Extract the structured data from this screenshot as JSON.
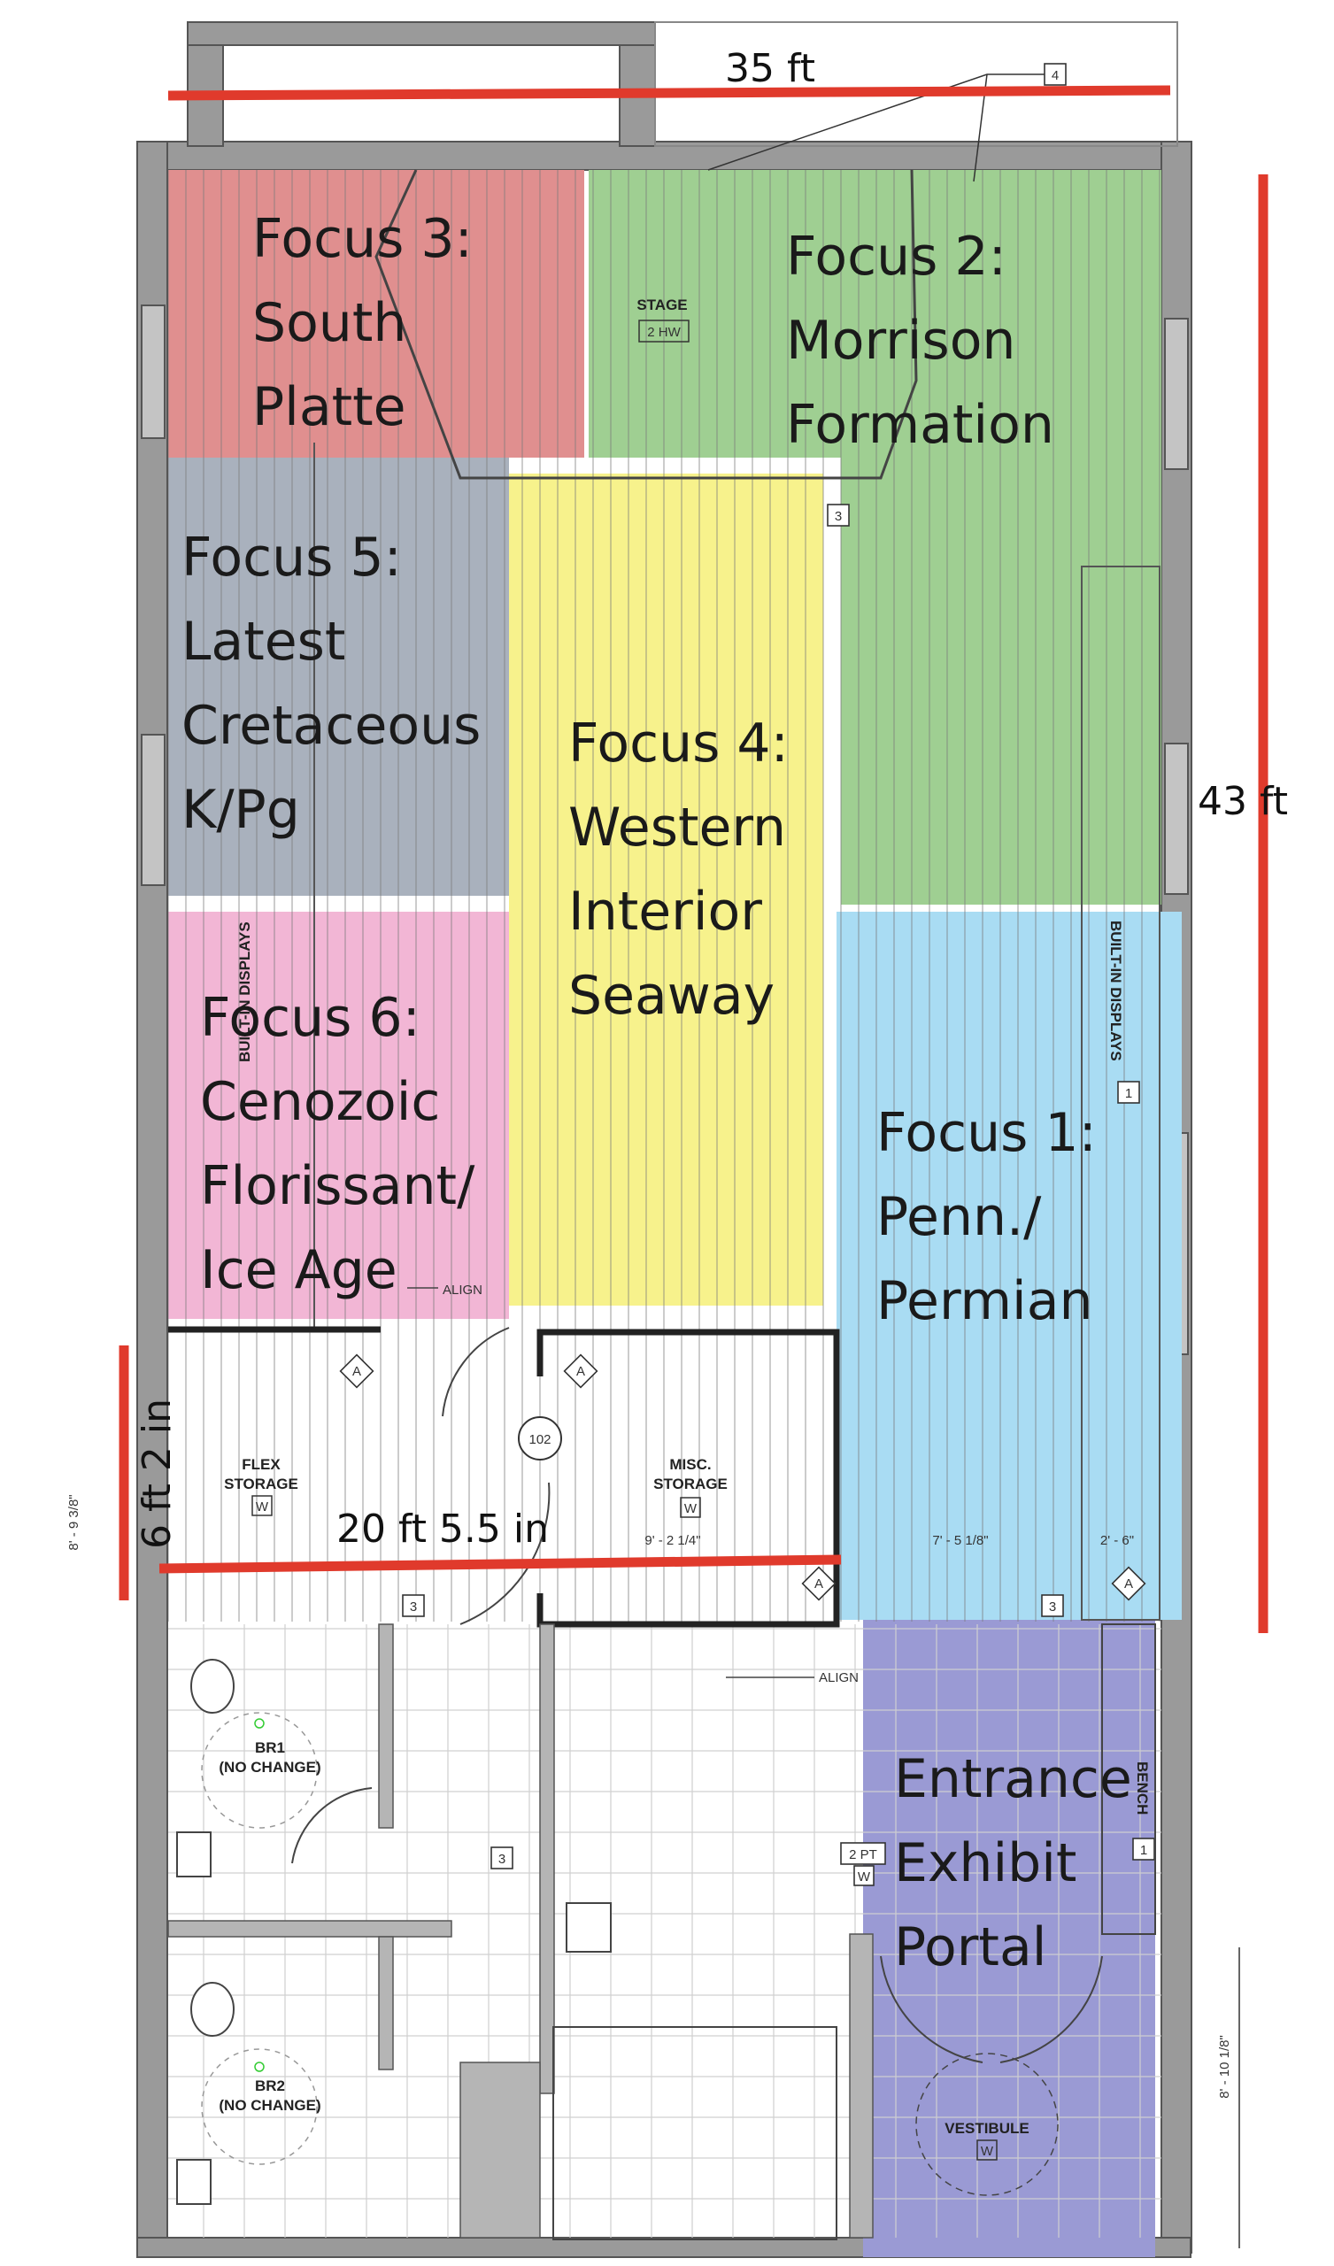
{
  "colors": {
    "focus1": "#a9dcf3",
    "focus2": "#9fcf92",
    "focus3": "#e08f8f",
    "focus4": "#f7f28c",
    "focus5": "#a9b1bd",
    "focus6": "#f2b6d5",
    "entrance": "#9a9ad4",
    "dimension_line": "#e03a2c",
    "wall": "#9a9a9a"
  },
  "zones": {
    "focus1": {
      "line1": "Focus 1:",
      "line2": "Penn./",
      "line3": "Permian"
    },
    "focus2": {
      "line1": "Focus 2:",
      "line2": "Morrison",
      "line3": "Formation"
    },
    "focus3": {
      "line1": "Focus 3:",
      "line2": "South",
      "line3": "Platte"
    },
    "focus4": {
      "line1": "Focus 4:",
      "line2": "Western",
      "line3": "Interior",
      "line4": "Seaway"
    },
    "focus5": {
      "line1": "Focus 5:",
      "line2": "Latest",
      "line3": "Cretaceous",
      "line4": "K/Pg"
    },
    "focus6": {
      "line1": "Focus 6:",
      "line2": "Cenozoic",
      "line3": "Florissant/",
      "line4": "Ice Age"
    },
    "entrance": {
      "line1": "Entrance",
      "line2": "Exhibit",
      "line3": "Portal"
    }
  },
  "dimensions": {
    "width_top": "35 ft",
    "height_right": "43 ft",
    "storage_width": "20 ft 5.5 in",
    "storage_depth": "6 ft 2 in"
  },
  "plan_labels": {
    "stage": "STAGE",
    "stage_tag": "2 HW",
    "built_in_left": "BUILT-IN DISPLAYS",
    "built_in_right": "BUILT-IN DISPLAYS",
    "flex_storage_1": "FLEX",
    "flex_storage_2": "STORAGE",
    "misc_storage_1": "MISC.",
    "misc_storage_2": "STORAGE",
    "room_number": "102",
    "align_upper": "ALIGN",
    "align_lower": "ALIGN",
    "br1_1": "BR1",
    "br1_2": "(NO CHANGE)",
    "br2_1": "BR2",
    "br2_2": "(NO CHANGE)",
    "vestibule": "VESTIBULE",
    "bench": "BENCH",
    "tag_w": "W",
    "tag_a": "A",
    "tag_1": "1",
    "tag_2pt": "2 PT",
    "tag_3": "3",
    "tag_4": "4",
    "dim_misc": "9' - 2 1/4\"",
    "dim_mid": "7' - 5 1/8\"",
    "dim_bench": "2' - 6\"",
    "dim_left": "8' - 9 3/8\"",
    "dim_vestibule": "8' - 10 1/8\""
  }
}
